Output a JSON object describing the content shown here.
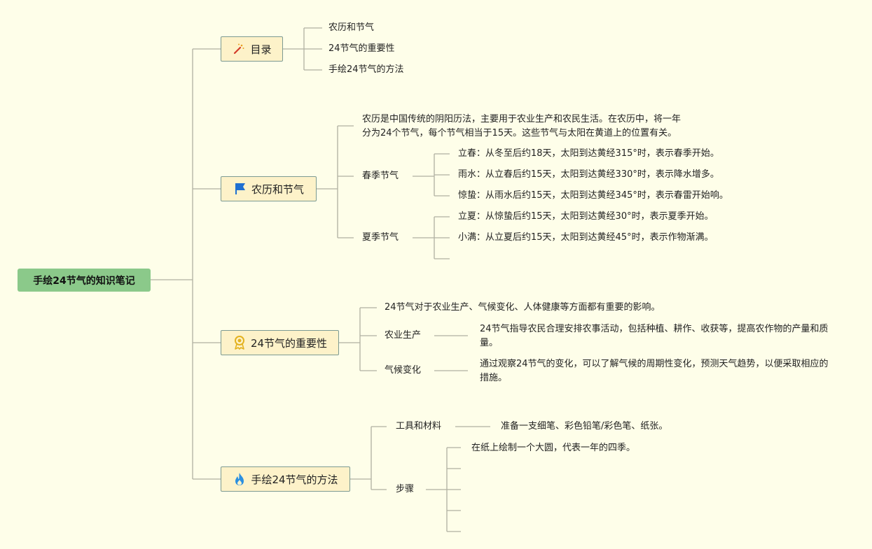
{
  "root": {
    "label": "手绘24节气的知识笔记"
  },
  "branches": {
    "toc": {
      "label": "目录",
      "icon": "magic-wand-icon",
      "items": [
        "农历和节气",
        "24节气的重要性",
        "手绘24节气的方法"
      ]
    },
    "calendar": {
      "label": "农历和节气",
      "icon": "blue-flag-icon",
      "intro_line1": "农历是中国传统的阴阳历法，主要用于农业生产和农民生活。在农历中，将一年",
      "intro_line2": "分为24个节气，每个节气相当于15天。这些节气与太阳在黄道上的位置有关。",
      "spring": {
        "label": "春季节气",
        "items": [
          "立春：从冬至后约18天，太阳到达黄经315°时，表示春季开始。",
          "雨水：从立春后约15天，太阳到达黄经330°时，表示降水增多。",
          "惊蛰：从雨水后约15天，太阳到达黄经345°时，表示春雷开始响。"
        ]
      },
      "summer": {
        "label": "夏季节气",
        "items": [
          "立夏：从惊蛰后约15天，太阳到达黄经30°时，表示夏季开始。",
          "小满：从立夏后约15天，太阳到达黄经45°时，表示作物渐满。"
        ]
      }
    },
    "importance": {
      "label": "24节气的重要性",
      "icon": "award-medal-icon",
      "intro": "24节气对于农业生产、气候变化、人体健康等方面都有重要的影响。",
      "agriculture": {
        "label": "农业生产",
        "detail": "24节气指导农民合理安排农事活动，包括种植、耕作、收获等，提高农作物的产量和质量。"
      },
      "climate": {
        "label": "气候变化",
        "detail": "通过观察24节气的变化，可以了解气候的周期性变化，预测天气趋势，以便采取相应的措施。"
      }
    },
    "method": {
      "label": "手绘24节气的方法",
      "icon": "fire-flame-icon",
      "tools": {
        "label": "工具和材料",
        "detail": "准备一支细笔、彩色铅笔/彩色笔、纸张。"
      },
      "steps": {
        "label": "步骤",
        "items": [
          "在纸上绘制一个大圆，代表一年的四季。"
        ]
      }
    }
  },
  "colors": {
    "background": "#fefee9",
    "root_fill": "#8bc98a",
    "branch_fill": "#fdf2c9",
    "branch_border": "#7c9a92",
    "connector": "#b0b0a2"
  }
}
